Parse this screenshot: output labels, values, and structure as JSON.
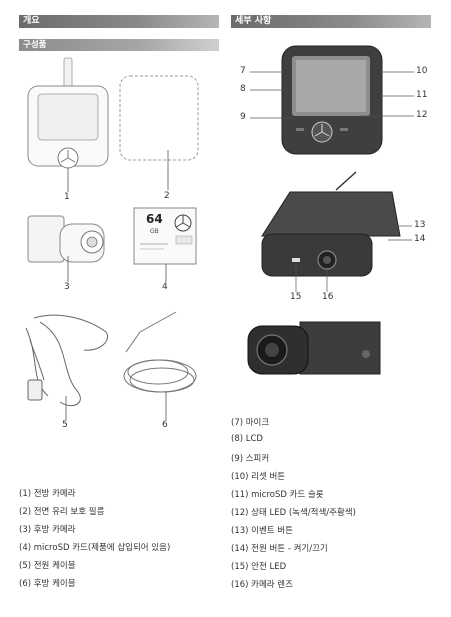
{
  "header": {
    "overview_title": "개요",
    "details_title": "세부 사항",
    "components_title": "구성품"
  },
  "component_numbers": [
    "1",
    "2",
    "3",
    "4",
    "5",
    "6"
  ],
  "detail_numbers": [
    "7",
    "8",
    "9",
    "10",
    "11",
    "12",
    "13",
    "14",
    "15",
    "16"
  ],
  "sd_card": {
    "capacity": "64",
    "unit": "GB"
  },
  "component_labels": [
    "(1) 전방 카메라",
    "(2) 전면 유리 보호 필름",
    "(3) 후방 카메라",
    "(4) microSD 카드(제품에 삽입되어 있음)",
    "(5) 전원 케이블",
    "(6) 후방 케이블"
  ],
  "detail_labels": [
    "(7) 마이크",
    "(8) LCD",
    "(9) 스피커",
    "(10) 리셋 버튼",
    "(11) microSD 카드 슬롯",
    "(12) 상태 LED (녹색/적색/주황색)",
    "(13) 이벤트 버튼",
    "(14) 전원 버튼 - 켜기/끄기",
    "(15) 안전 LED",
    "(16) 카메라 렌즈"
  ]
}
